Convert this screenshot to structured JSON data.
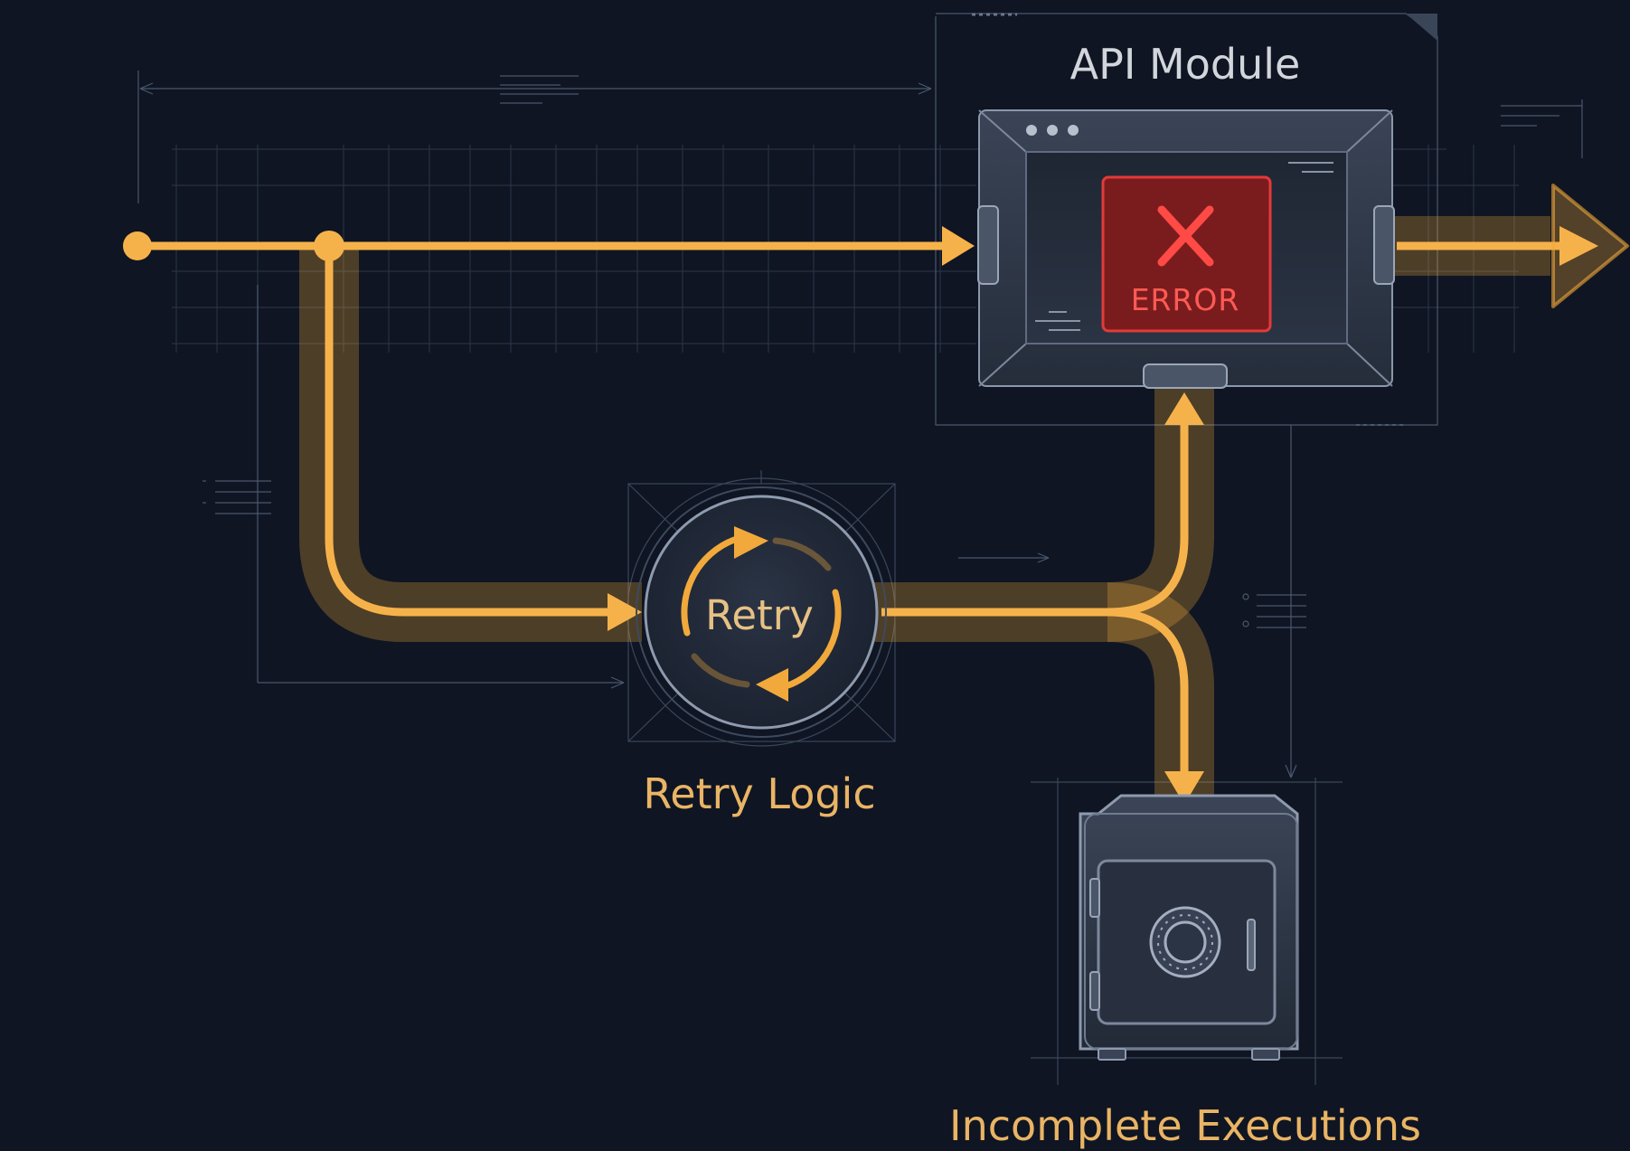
{
  "diagram": {
    "nodes": {
      "api_module": {
        "label": "API Module",
        "status_label": "ERROR"
      },
      "retry": {
        "inner_label": "Retry",
        "caption": "Retry Logic"
      },
      "vault": {
        "caption": "Incomplete Executions"
      }
    },
    "icons": [
      "window-dots-icon",
      "error-x-icon",
      "retry-cycle-icon",
      "safe-vault-icon",
      "dial-icon"
    ],
    "colors": {
      "background": "#0f1522",
      "flow": "#f2a93b",
      "flow_core": "#f6b24a",
      "error": "#e23a3a",
      "panel": "#2a3342",
      "blueprint_lines": "#3d4b60"
    }
  }
}
